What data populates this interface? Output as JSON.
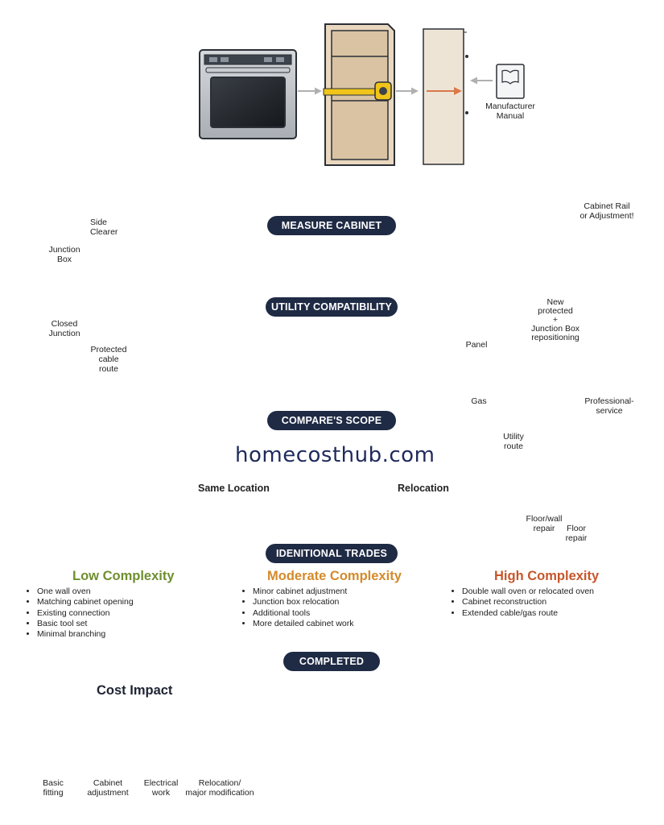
{
  "nodes": {
    "measure": "MEASURE CABINET",
    "utility": "UTILITY COMPATIBILITY",
    "scope": "COMPARE'S SCOPE",
    "trades": "IDENITIONAL TRADES",
    "completed": "COMPLETED"
  },
  "labels": {
    "manufacturer_manual": "Manufacturer\nManual",
    "side_clearer": "Side\nClearer",
    "junction_box": "Junction\nBox",
    "cabinet_rail": "Cabinet Rail\nor Adjustment!",
    "closed_junction": "Closed\nJunction",
    "protected_cable": "Protected\ncable\nroute",
    "panel": "Panel",
    "new_protected": "New\nprotected\n+\nJunction Box\nrepositioning",
    "gas": "Gas",
    "professional_service": "Professional-\nservice",
    "same_location": "Same Location",
    "relocation": "Relocation",
    "utility_route": "Utility\nroute",
    "floor_wall_repair": "Floor/wall\nrepair",
    "floor_repair": "Floor\nrepair"
  },
  "watermark": "homecosthub.com",
  "complexity": {
    "low": {
      "title": "Low Complexity",
      "color": "#6f8f2f",
      "items": [
        "One wall oven",
        "Matching cabinet opening",
        "Existing connection",
        "Basic tool set",
        "Minimal branching"
      ]
    },
    "moderate": {
      "title": "Moderate Complexity",
      "color": "#d48a2a",
      "items": [
        "Minor cabinet adjustment",
        "Junction box relocation",
        "Additional tools",
        "More detailed cabinet work"
      ]
    },
    "high": {
      "title": "High Complexity",
      "color": "#c7562a",
      "items": [
        "Double wall oven or relocated oven",
        "Cabinet reconstruction",
        "Extended cable/gas route"
      ]
    }
  },
  "cost": {
    "title": "Cost Impact",
    "levels": [
      {
        "label": "Basic\nfitting"
      },
      {
        "label": "Cabinet\nadjustment"
      },
      {
        "label": "Electrical\nwork"
      },
      {
        "label": "Relocation/\nmajor modification"
      }
    ]
  },
  "colors": {
    "navy": "#1f2a44",
    "orange": "#d9794a",
    "wood": "#e3cfb3",
    "steel": "#b9bec4"
  }
}
